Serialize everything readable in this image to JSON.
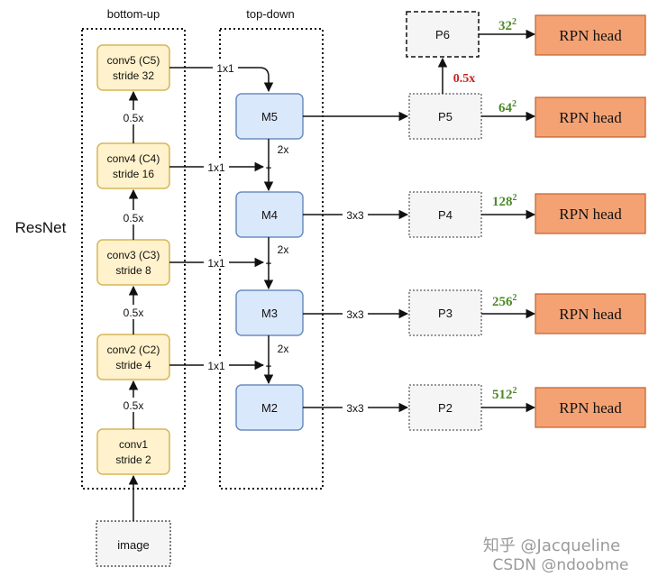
{
  "columns": {
    "bottom_up": "bottom-up",
    "top_down": "top-down"
  },
  "backbone_label": "ResNet",
  "input_label": "image",
  "conv_blocks": {
    "c5": {
      "line1": "conv5 (C5)",
      "line2": "stride 32"
    },
    "c4": {
      "line1": "conv4 (C4)",
      "line2": "stride 16"
    },
    "c3": {
      "line1": "conv3 (C3)",
      "line2": "stride 8"
    },
    "c2": {
      "line1": "conv2 (C2)",
      "line2": "stride 4"
    },
    "c1": {
      "line1": "conv1",
      "line2": "stride 2"
    }
  },
  "downsample_labels": {
    "c4_c5": "0.5x",
    "c3_c4": "0.5x",
    "c2_c3": "0.5x",
    "c1_c2": "0.5x"
  },
  "lateral_labels": {
    "c5": "1x1",
    "c4": "1x1",
    "c3": "1x1",
    "c2": "1x1"
  },
  "merge_blocks": {
    "m5": "M5",
    "m4": "M4",
    "m3": "M3",
    "m2": "M2"
  },
  "upsample_labels": {
    "m5_m4": "2x",
    "m4_m3": "2x",
    "m3_m2": "2x"
  },
  "plus_sign": "+",
  "smooth_labels": {
    "m4": "3x3",
    "m3": "3x3",
    "m2": "3x3"
  },
  "pyramid_blocks": {
    "p6": "P6",
    "p5": "P5",
    "p4": "P4",
    "p3": "P3",
    "p2": "P2"
  },
  "p6_scale_label": "0.5x",
  "anchor_sizes": {
    "p6": {
      "base": "32",
      "exp": "2"
    },
    "p5": {
      "base": "64",
      "exp": "2"
    },
    "p4": {
      "base": "128",
      "exp": "2"
    },
    "p3": {
      "base": "256",
      "exp": "2"
    },
    "p2": {
      "base": "512",
      "exp": "2"
    }
  },
  "head_label": "RPN head",
  "watermark": {
    "line1": "知乎 @Jacqueline",
    "line2": "CSDN @ndoobme"
  },
  "colors": {
    "conv_fill": "#fff2cc",
    "conv_stroke": "#d6b656",
    "merge_fill": "#dae8fc",
    "merge_stroke": "#6c8ebf",
    "pyramid_fill": "#f5f5f5",
    "head_fill": "#f4a273",
    "head_stroke": "#c0622c",
    "anchor_green": "#4e8a2a",
    "scale_red": "#cc1f1f"
  }
}
